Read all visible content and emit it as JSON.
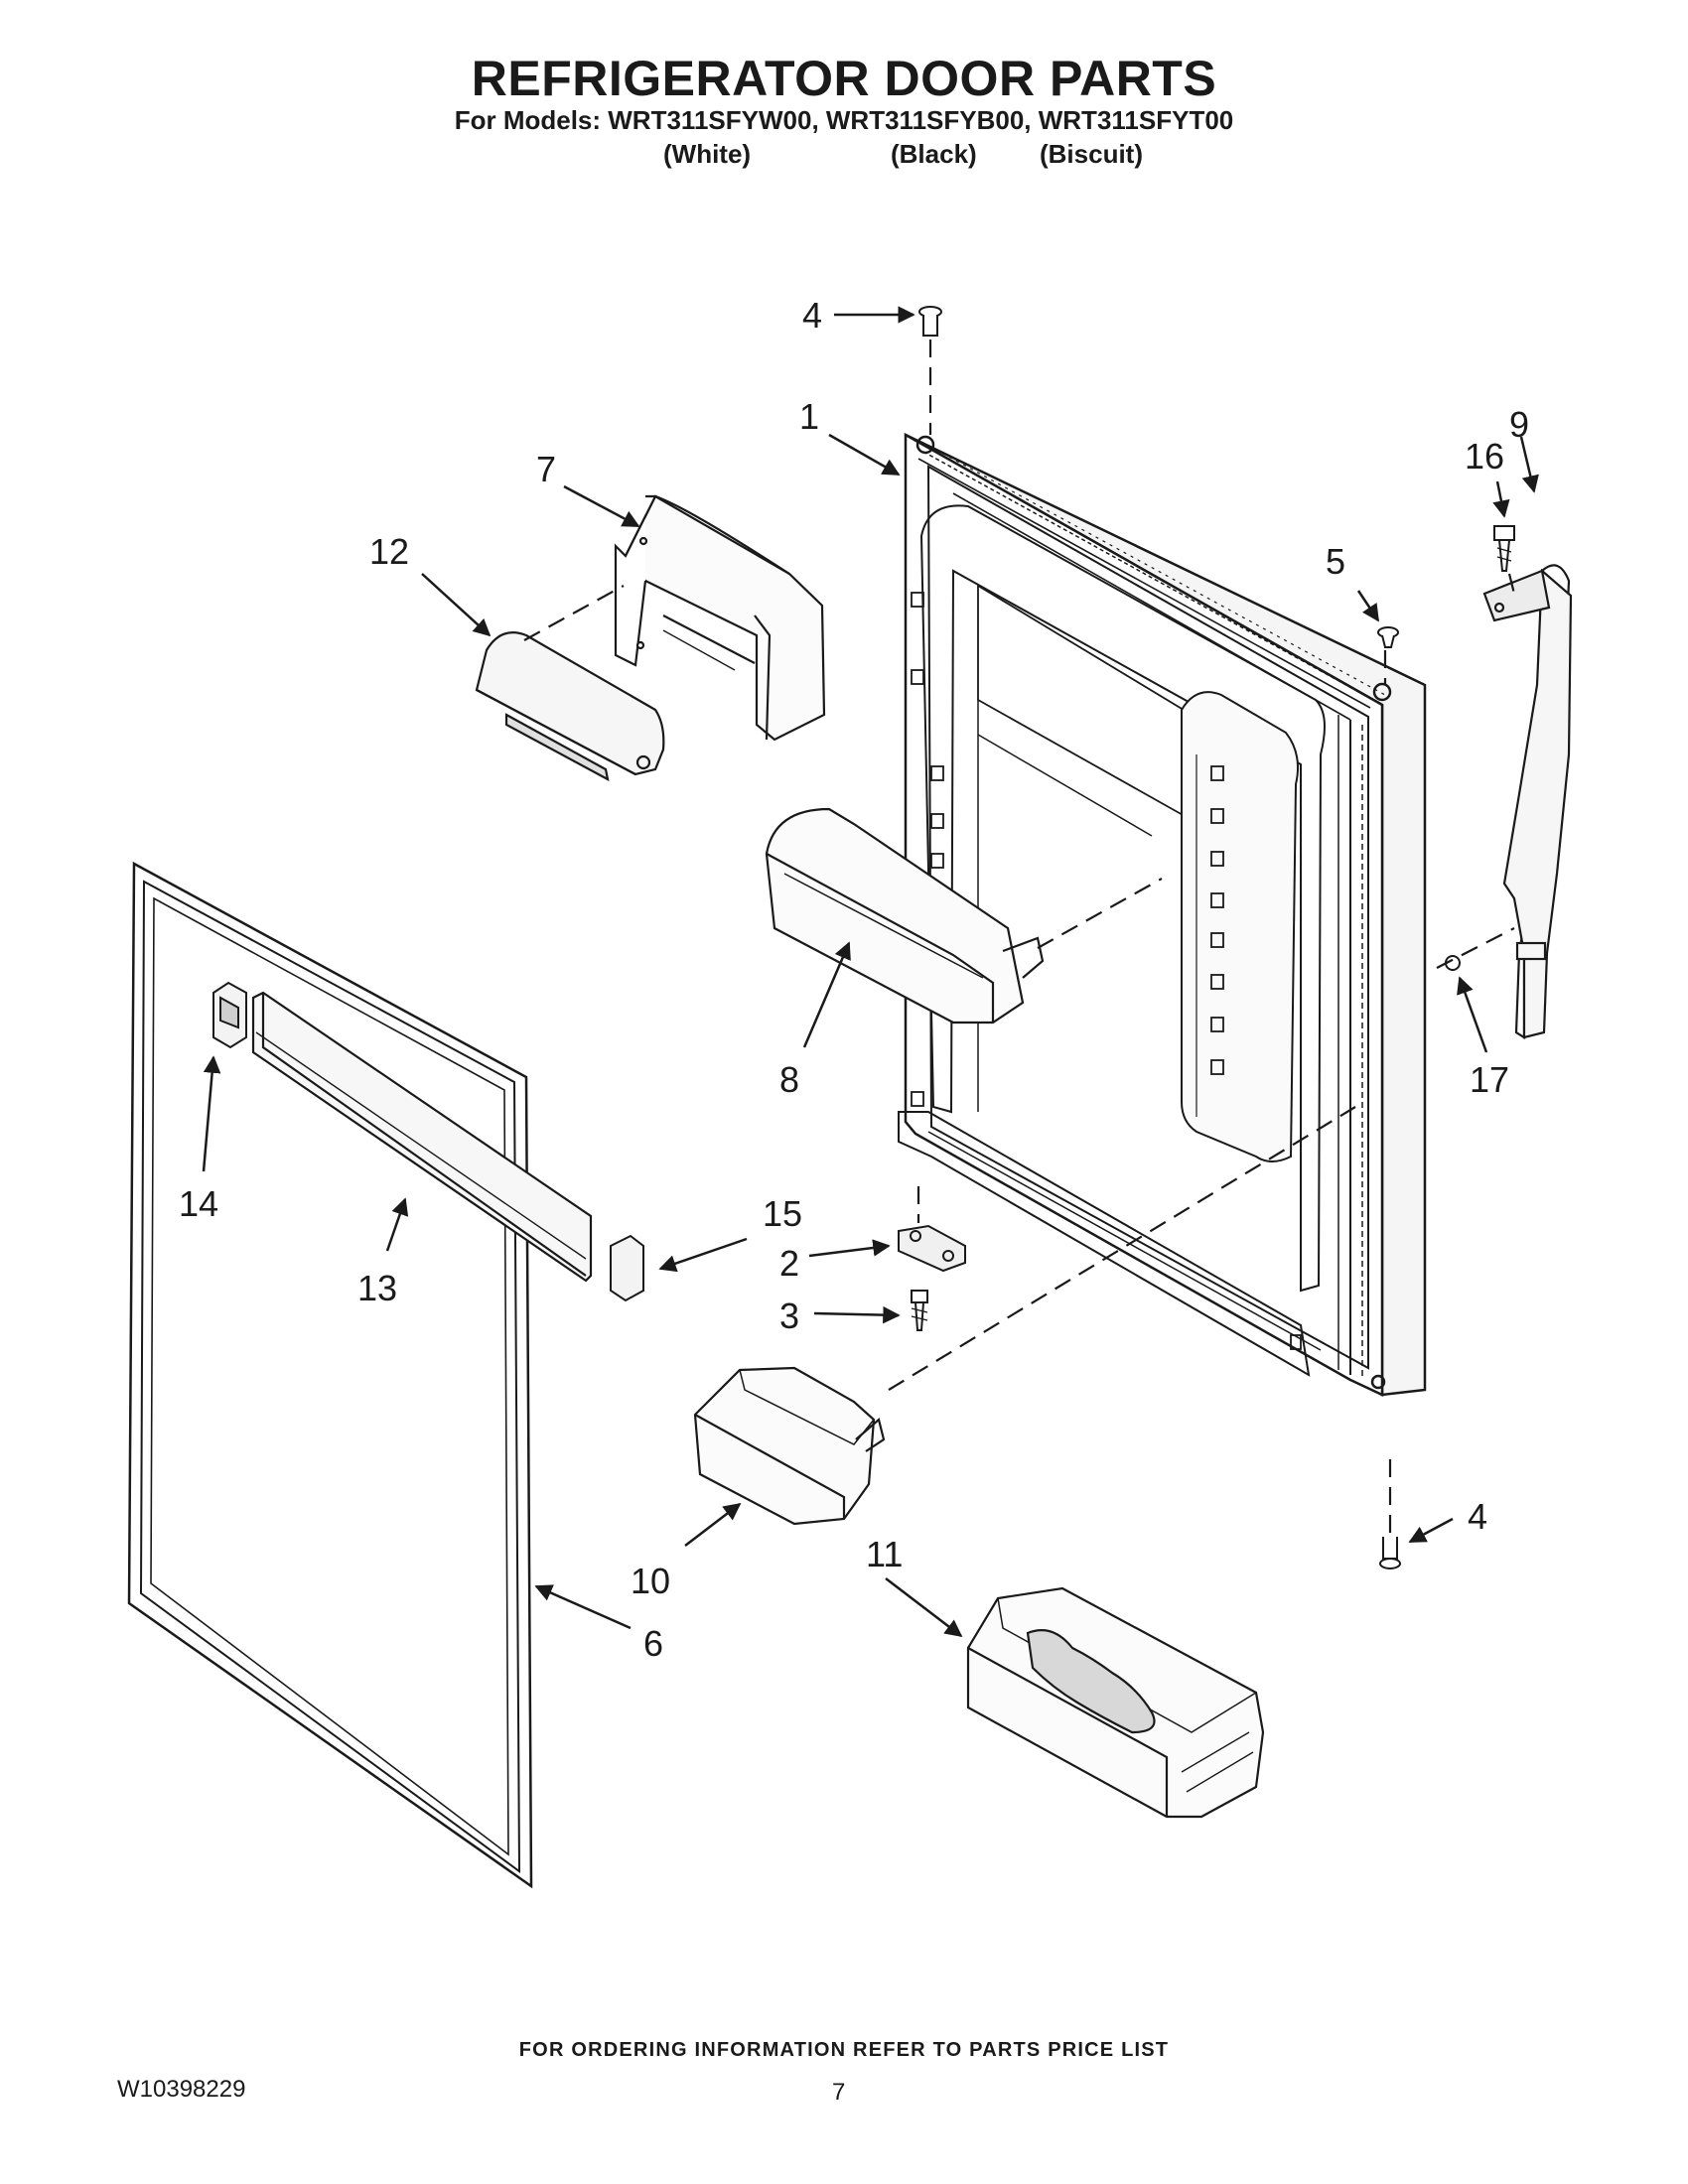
{
  "header": {
    "title": "REFRIGERATOR DOOR PARTS",
    "models_line": "For Models: WRT311SFYW00, WRT311SFYB00, WRT311SFYT00",
    "colors": [
      "(White)",
      "(Black)",
      "(Biscuit)"
    ]
  },
  "callouts": {
    "c1": "1",
    "c2": "2",
    "c3": "3",
    "c4_top": "4",
    "c4_bottom": "4",
    "c5": "5",
    "c6": "6",
    "c7": "7",
    "c8": "8",
    "c9": "9",
    "c10": "10",
    "c11": "11",
    "c12": "12",
    "c13": "13",
    "c14": "14",
    "c15": "15",
    "c16": "16",
    "c17": "17"
  },
  "footer": {
    "note": "FOR ORDERING INFORMATION REFER TO PARTS PRICE LIST",
    "doc_number": "W10398229",
    "page_number": "7"
  }
}
